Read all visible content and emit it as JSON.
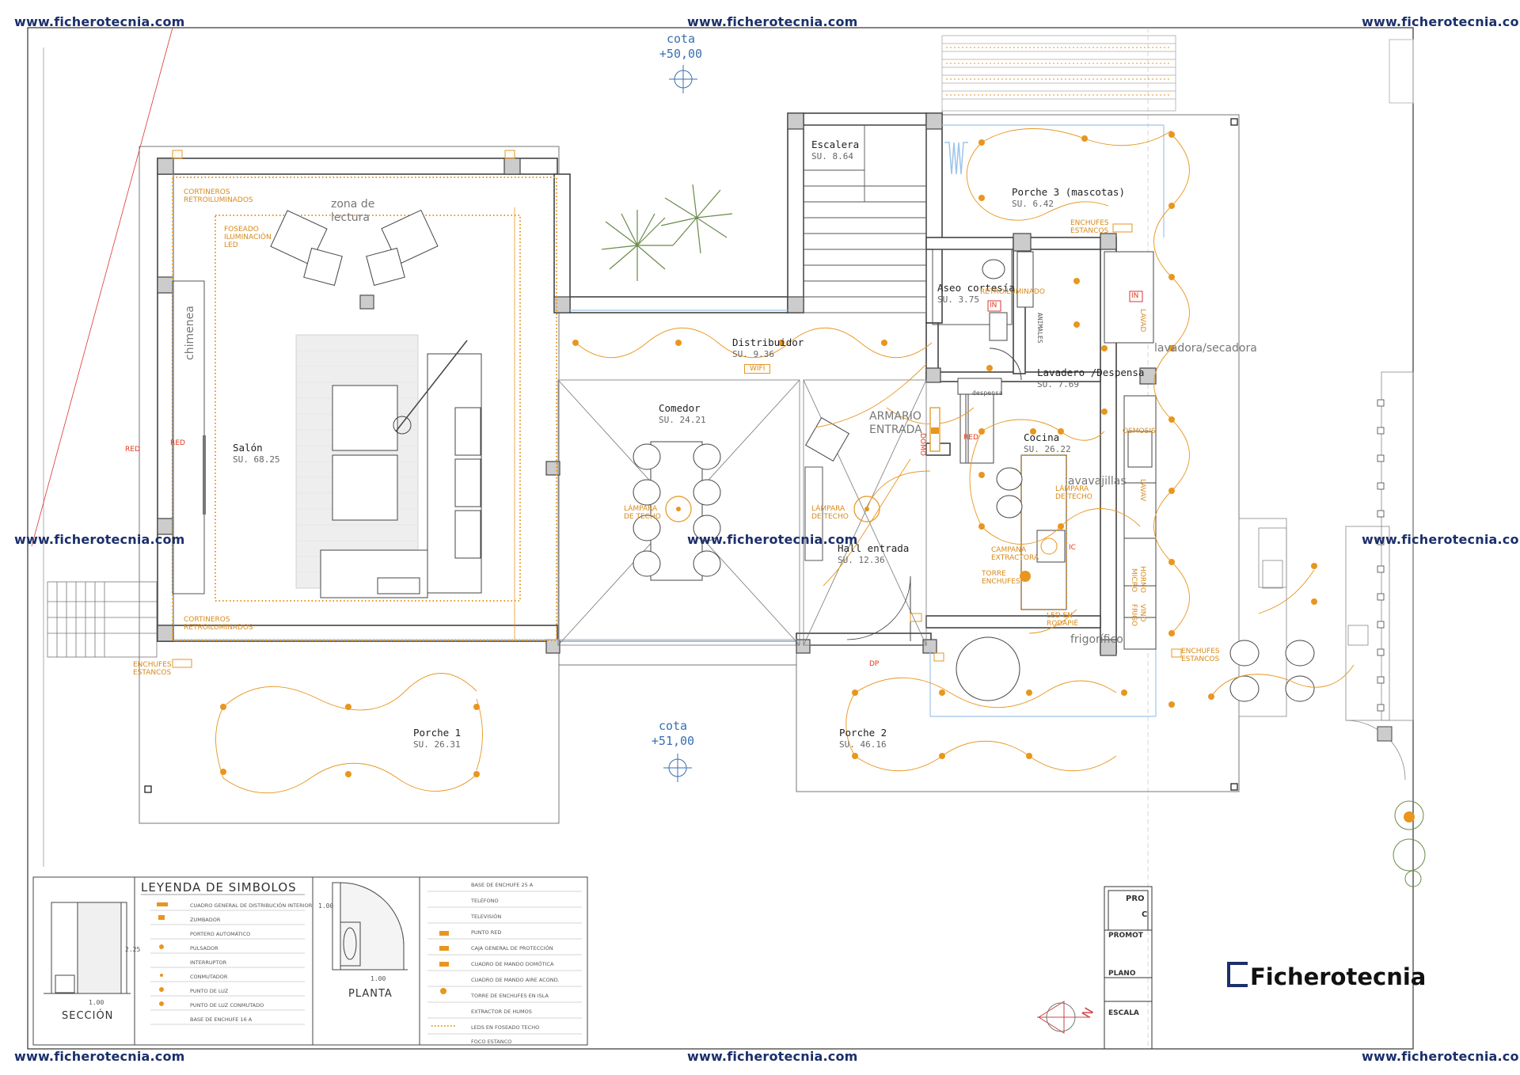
{
  "watermarks": [
    "www.ficherotecnia.com",
    "www.ficherotecnia.com",
    "www.ficherotecnia.com",
    "www.ficherotecnia.com",
    "www.ficherotecnia.com",
    "www.ficherotecnia.com",
    "www.ficherotecnia.com",
    "www.ficherotecnia.com",
    "www.ficherotecnia.com"
  ],
  "levels": {
    "top": {
      "label": "cota",
      "value": "+50,00"
    },
    "bottom": {
      "label": "cota",
      "value": "+51,00"
    }
  },
  "rooms": {
    "salon": {
      "name": "Salón",
      "area": "SU. 68.25"
    },
    "escalera": {
      "name": "Escalera",
      "area": "SU. 8.64"
    },
    "porche3": {
      "name": "Porche 3 (mascotas)",
      "area": "SU. 6.42"
    },
    "aseo": {
      "name": "Aseo cortesía",
      "area": "SU. 3.75"
    },
    "distribuidor": {
      "name": "Distribuidor",
      "area": "SU. 9.36"
    },
    "lavadero": {
      "name": "Lavadero /Despensa",
      "area": "SU. 7.69"
    },
    "comedor": {
      "name": "Comedor",
      "area": "SU. 24.21"
    },
    "cocina": {
      "name": "Cocina",
      "area": "SU. 26.22"
    },
    "hall": {
      "name": "Hall entrada",
      "area": "SU. 12.36"
    },
    "porche1": {
      "name": "Porche 1",
      "area": "SU. 26.31"
    },
    "porche2": {
      "name": "Porche 2",
      "area": "SU. 46.16"
    }
  },
  "grey_labels": {
    "zona_lectura_1": "zona de",
    "zona_lectura_2": "lectura",
    "chimenea": "chimenea",
    "armario_1": "ARMARIO",
    "armario_2": "ENTRADA",
    "lavadora": "lavadora/secadora",
    "lavavajillas": "lavavajillas",
    "frigorifico": "frigorífico",
    "despensa": "despensa",
    "animales": "ANIMALES"
  },
  "electrical_labels": {
    "cortineros_top_1": "CORTINEROS",
    "cortineros_top_2": "RETROILUMINADOS",
    "foseado_1": "FOSEADO",
    "foseado_2": "ILUMINACIÓN",
    "foseado_3": "LED",
    "cortineros_bot_1": "CORTINEROS",
    "cortineros_bot_2": "RETROILUMINADOS",
    "enchufes_left_1": "ENCHUFES",
    "enchufes_left_2": "ESTANCOS",
    "enchufes_p3_1": "ENCHUFES",
    "enchufes_p3_2": "ESTANCOS",
    "enchufes_right_1": "ENCHUFES",
    "enchufes_right_2": "ESTANCOS",
    "lampara_comedor_1": "LÁMPARA",
    "lampara_comedor_2": "DE TECHO",
    "lampara_hall_1": "LÁMPARA",
    "lampara_hall_2": "DE TECHO",
    "lampara_cocina_1": "LÁMPARA",
    "lampara_cocina_2": "DE TECHO",
    "campana_1": "CAMPANA",
    "campana_2": "EXTRACTORA",
    "torre_1": "TORRE",
    "torre_2": "ENCHUFES",
    "led_rodapie_1": "LED EN",
    "led_rodapie_2": "RODAPIÉ",
    "retroiluminado": "RETROILUMINADO",
    "wifi": "WIFI",
    "domo": "DOMO",
    "red": "RED",
    "in": "IN",
    "osmosis": "OSMOSIS",
    "lavav": "LAVAV",
    "lavadora_v": "LAVAD",
    "horno": "HORNO",
    "micro": "MICRO",
    "vino": "VINO",
    "frigo": "FRIGO",
    "ic": "IC",
    "dp": "DP"
  },
  "legend": {
    "title": "LEYENDA DE SIMBOLOS",
    "left_items": [
      "CUADRO GENERAL DE DISTRIBUCIÓN INTERIOR",
      "ZUMBADOR",
      "PORTERO AUTOMÁTICO",
      "PULSADOR",
      "INTERRUPTOR",
      "CONMUTADOR",
      "PUNTO DE LUZ",
      "PUNTO DE LUZ CONMUTADO",
      "BASE DE ENCHUFE 16 A"
    ],
    "right_items": [
      "BASE DE ENCHUFE 25 A",
      "TELÉFONO",
      "TELEVISIÓN",
      "PUNTO RED",
      "CAJA GENERAL DE PROTECCIÓN",
      "CUADRO DE MANDO DOMÓTICA",
      "CUADRO DE MANDO AIRE ACOND.",
      "TORRE DE ENCHUFES EN ISLA",
      "EXTRACTOR DE HUMOS",
      "LEDS EN FOSEADO TECHO",
      "FOCO ESTANCO"
    ],
    "seccion": "SECCIÓN",
    "planta": "PLANTA",
    "dim_225": "2.25",
    "dim_100a": "1.00",
    "dim_100b": "1.00",
    "dim_100c": "1.00"
  },
  "title_block": {
    "pro": "PRO",
    "c": "C",
    "promotor": "PROMOT",
    "plano": "PLANO",
    "escala": "ESCALA"
  },
  "logo": "Ficherotecnia",
  "north": "N",
  "colors": {
    "wall": "#555555",
    "electric": "#e8961e",
    "watermark": "#1b2f6b",
    "level": "#3a6fb0",
    "plant": "#6a8a4a",
    "glass": "#9ec4e8"
  }
}
